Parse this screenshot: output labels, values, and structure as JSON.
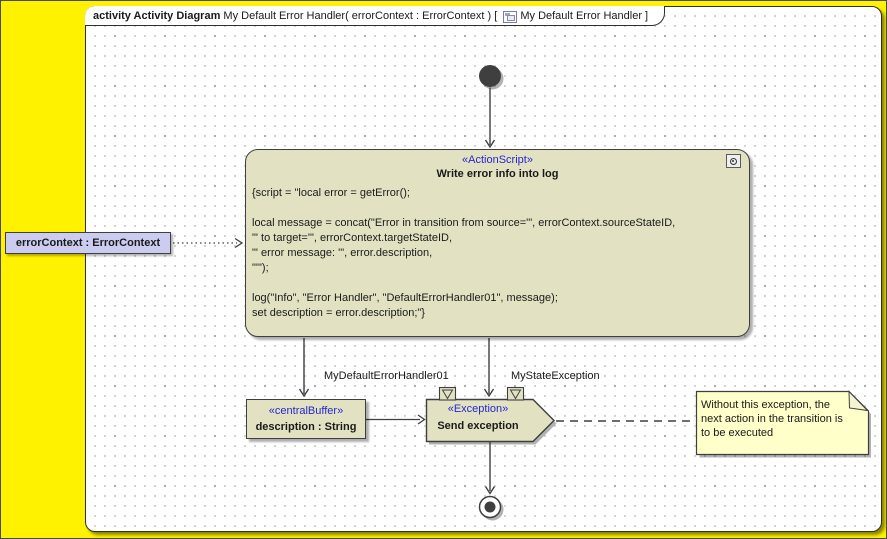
{
  "frame": {
    "title_bold": "activity Activity Diagram",
    "title_mid": " My Default Error Handler( errorContext : ErrorContext ) [ ",
    "title_name": "My Default Error Handler",
    "title_close": " ]"
  },
  "action": {
    "stereotype": "«ActionScript»",
    "title": "Write error info into log",
    "script": [
      "{script = \"local error = getError();",
      "",
      "local message = concat(\"Error in transition from source='\", errorContext.sourceStateID,",
      "\"' to target='\", errorContext.targetStateID,",
      "\"' error message: '\", error.description,",
      "\"'\");",
      "",
      "log(\"Info\", \"Error Handler\", \"DefaultErrorHandler01\", message);",
      "set description = error.description;\"}"
    ]
  },
  "param_label": {
    "text": "errorContext : ErrorContext"
  },
  "central_buffer": {
    "stereotype": "«centralBuffer»",
    "title": "description : String"
  },
  "exception": {
    "stereotype": "«Exception»",
    "title": "Send exception"
  },
  "edge_labels": {
    "handler": "MyDefaultErrorHandler01",
    "state_exception": "MyStateException"
  },
  "note": {
    "lines": [
      "Without this exception, the",
      "next action in the transition is",
      "to be executed"
    ]
  },
  "icons": {
    "diagram_icon": "diagram-thumbnail",
    "action_corner_icon": "fisheye-circle",
    "pin_icon": "triangle-down"
  },
  "colors": {
    "canvas_outside": "#FFF200",
    "node_fill": "#E2E2C3",
    "note_fill": "#FFFFC9",
    "param_label_fill": "#CCCCF0",
    "stereotype_text": "#2525CF",
    "line_dark": "#3F3F3F"
  }
}
